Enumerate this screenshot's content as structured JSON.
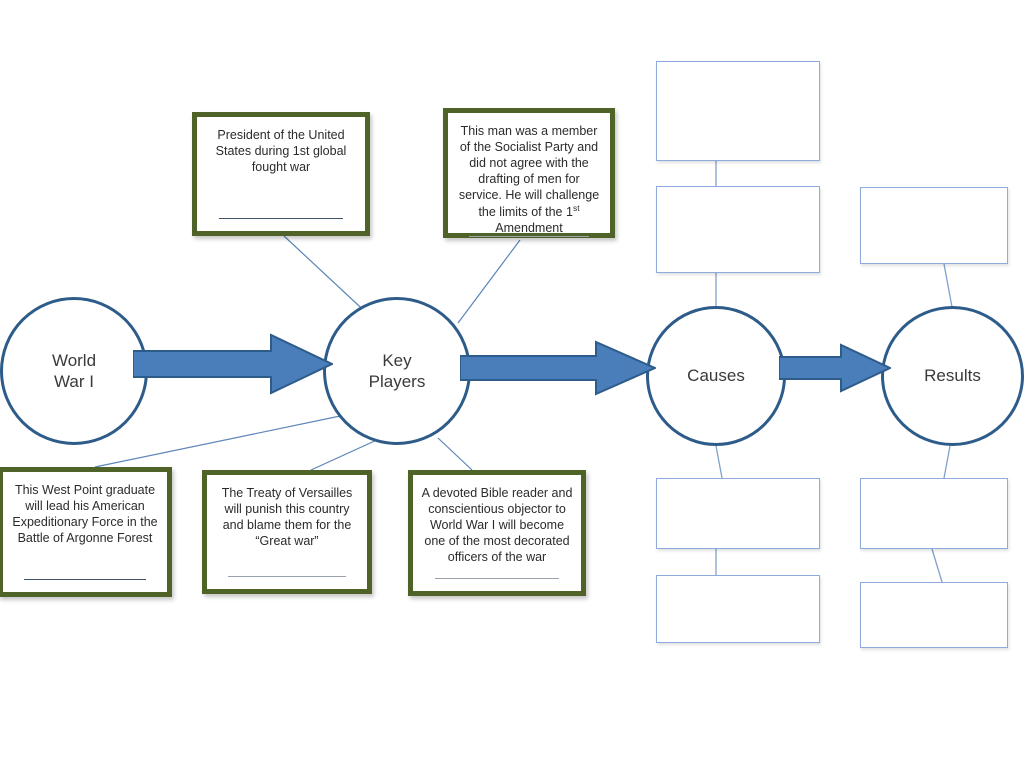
{
  "diagram": {
    "title": "World War I concept map",
    "colors": {
      "circle_border": "#2E5C8A",
      "arrow_fill": "#4A7EBB",
      "arrow_stroke": "#2E5C8A",
      "note_border": "#4F6228",
      "blank_box_border": "#8FAADC",
      "connector_line": "#5B85B8"
    },
    "nodes": [
      {
        "id": "ww1",
        "label": "World\nWar I"
      },
      {
        "id": "key",
        "label": "Key\nPlayers"
      },
      {
        "id": "causes",
        "label": "Causes"
      },
      {
        "id": "results",
        "label": "Results"
      }
    ],
    "notes": [
      {
        "id": "president",
        "text": "President of the United States during 1st global fought war",
        "has_blank_line": true
      },
      {
        "id": "socialist",
        "text_before_sup": "This man was a member of the Socialist Party and did not agree with the drafting of men for service. He will challenge the limits of the 1",
        "sup": "st",
        "text_after_sup": " Amendment",
        "has_blank_line": true
      },
      {
        "id": "westpoint",
        "text": "This West Point graduate will lead his American Expeditionary Force  in the Battle of Argonne Forest",
        "has_blank_line": true
      },
      {
        "id": "treaty",
        "text": "The Treaty of Versailles will punish this country and blame them for the “Great war”",
        "has_blank_line": true
      },
      {
        "id": "bible",
        "text": "A devoted Bible reader and conscientious objector to World War I will become one of the most decorated officers of the war",
        "has_blank_line": true
      }
    ],
    "blank_boxes": [
      {
        "id": "causes-box-1",
        "text": ""
      },
      {
        "id": "causes-box-2",
        "text": ""
      },
      {
        "id": "causes-box-3",
        "text": ""
      },
      {
        "id": "causes-box-4",
        "text": ""
      },
      {
        "id": "results-box-1",
        "text": ""
      },
      {
        "id": "results-box-2",
        "text": ""
      },
      {
        "id": "results-box-3",
        "text": ""
      }
    ],
    "arrows": [
      {
        "id": "arrow-ww1-to-key",
        "from": "World War I",
        "to": "Key Players"
      },
      {
        "id": "arrow-key-to-causes",
        "from": "Key Players",
        "to": "Causes"
      },
      {
        "id": "arrow-causes-to-results",
        "from": "Causes",
        "to": "Results"
      }
    ]
  }
}
